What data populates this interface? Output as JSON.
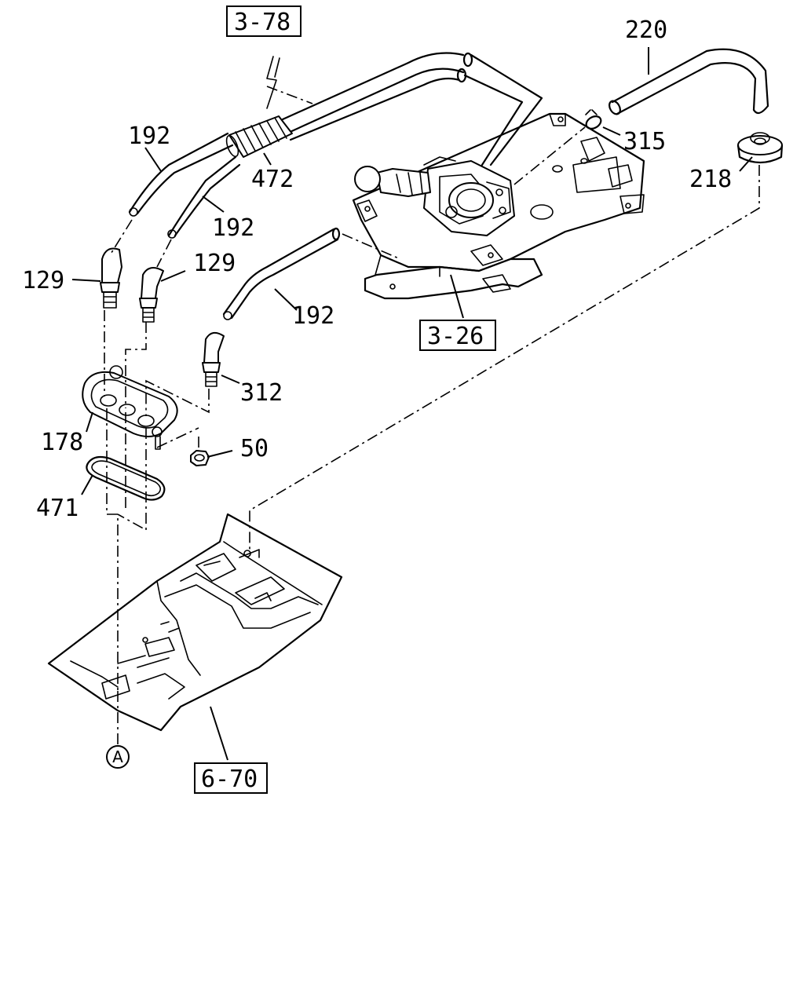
{
  "diagram": {
    "part_labels": {
      "p220": "220",
      "p315": "315",
      "p218": "218",
      "p192a": "192",
      "p192b": "192",
      "p192c": "192",
      "p472": "472",
      "p129a": "129",
      "p129b": "129",
      "p312": "312",
      "p178": "178",
      "p50": "50",
      "p471": "471"
    },
    "reference_boxes": {
      "r378": "3-78",
      "r326": "3-26",
      "r670": "6-70"
    },
    "circle_marker": "A"
  }
}
